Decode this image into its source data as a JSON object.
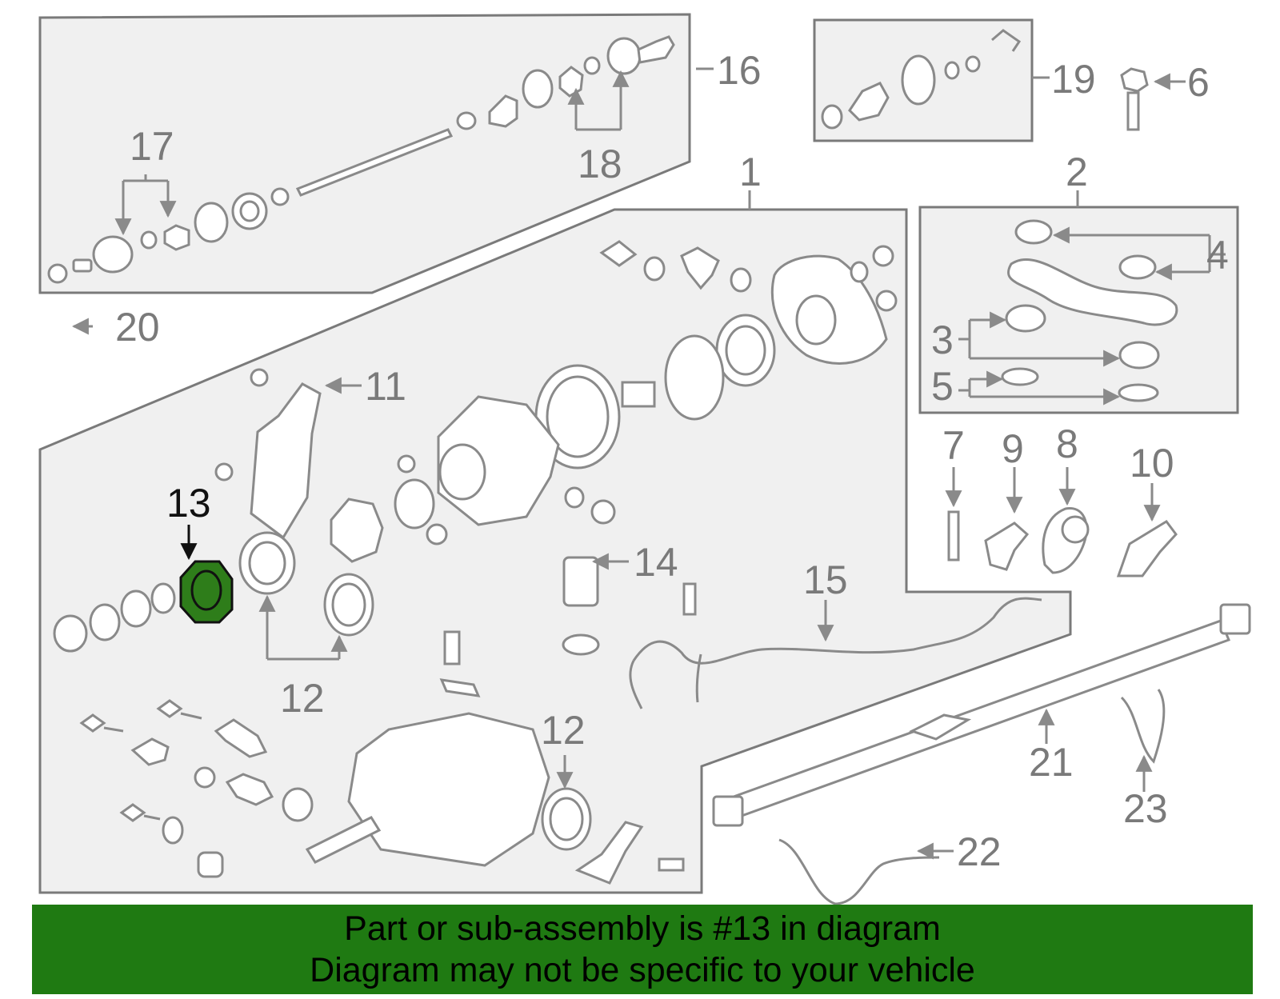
{
  "colors": {
    "highlight_part": "#2e7d1a",
    "banner_background": "#1f7a12",
    "panel_fill": "#f0f0f0",
    "line_art": "#8a8a8a"
  },
  "callouts": {
    "c1": "1",
    "c2": "2",
    "c3": "3",
    "c4": "4",
    "c5": "5",
    "c6": "6",
    "c7": "7",
    "c8": "8",
    "c9": "9",
    "c10": "10",
    "c11": "11",
    "c12a": "12",
    "c12b": "12",
    "c13": "13",
    "c14": "14",
    "c15": "15",
    "c16": "16",
    "c17": "17",
    "c18": "18",
    "c19": "19",
    "c20": "20",
    "c21": "21",
    "c22": "22",
    "c23": "23"
  },
  "highlighted_part": "13",
  "banner": {
    "line1": "Part or sub-assembly is #13 in diagram",
    "line2": "Diagram may not be specific to your vehicle"
  }
}
